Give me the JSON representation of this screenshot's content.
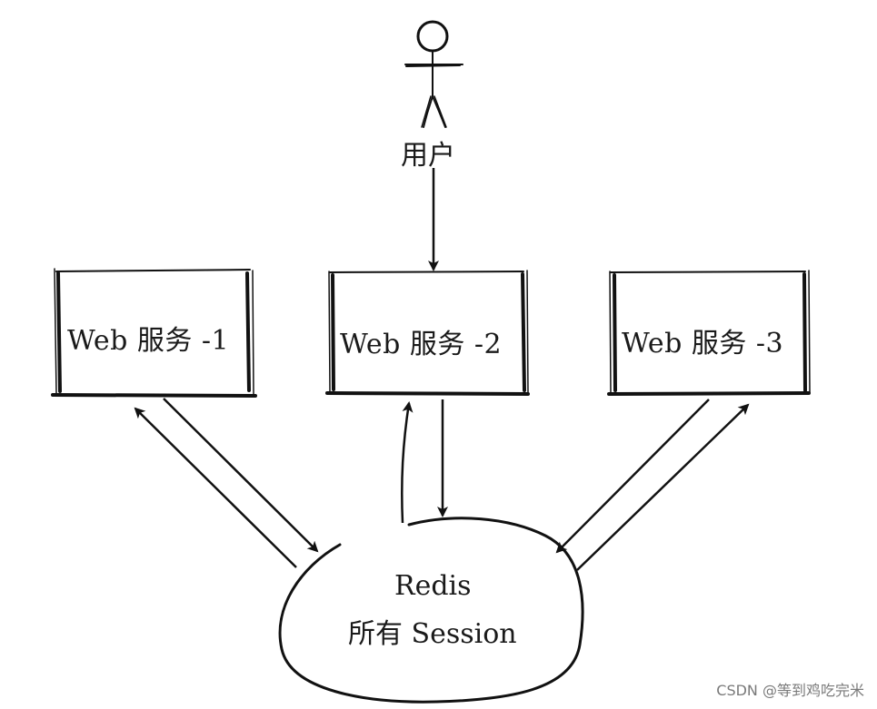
{
  "user": {
    "label": "用户",
    "icon": "stick-figure-icon"
  },
  "services": [
    {
      "label": "Web 服务 -1"
    },
    {
      "label": "Web 服务 -2"
    },
    {
      "label": "Web 服务 -3"
    }
  ],
  "redis": {
    "title": "Redis",
    "subtitle": "所有 Session"
  },
  "watermark": "CSDN @等到鸡吃完米",
  "colors": {
    "stroke": "#111111",
    "background": "#ffffff",
    "watermark": "#7a7a7a"
  }
}
